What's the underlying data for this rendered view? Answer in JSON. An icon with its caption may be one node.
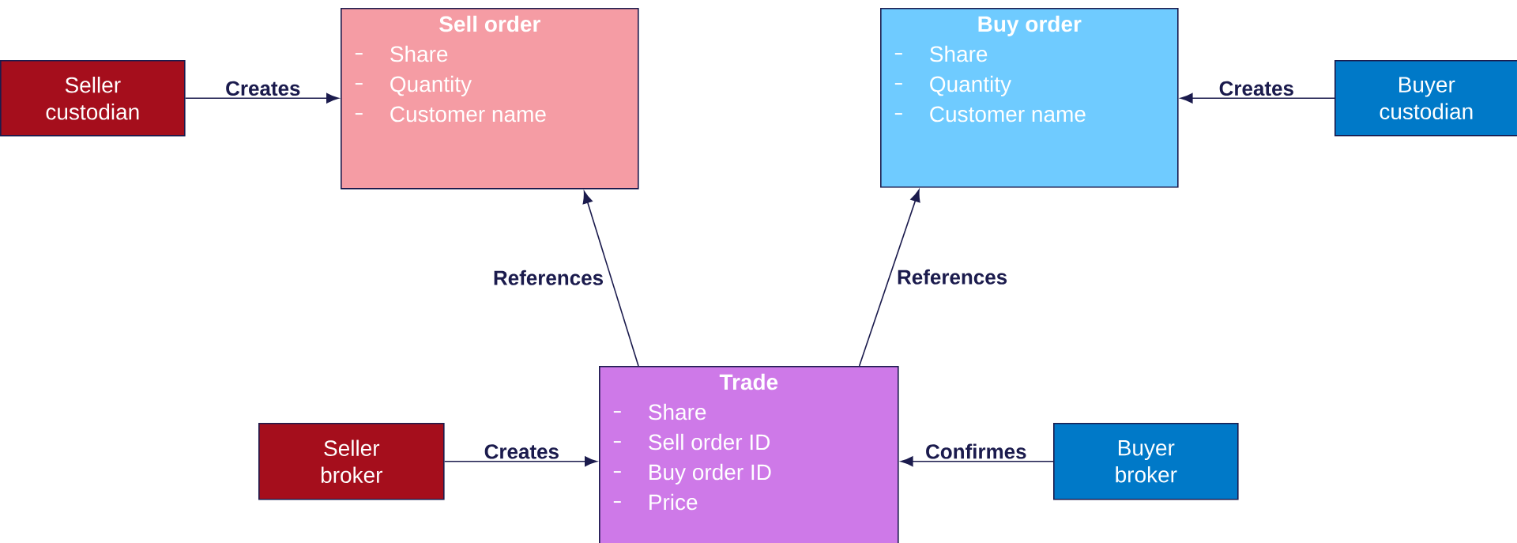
{
  "diagram": {
    "nodes": [
      {
        "text": [
          "Seller custodian"
        ]
      },
      {
        "text": [
          "Sell order",
          "Share",
          "Quantity",
          "Customer name"
        ]
      },
      {
        "text": [
          "Buy order",
          "Share",
          "Quantity",
          "Customer name"
        ]
      },
      {
        "text": [
          "Buyer custodian"
        ]
      },
      {
        "text": [
          "Seller broker"
        ]
      },
      {
        "text": [
          "Trade",
          "Share",
          "Sell order ID",
          "Buy order ID",
          "Price"
        ]
      },
      {
        "text": [
          "Buyer broker"
        ]
      }
    ],
    "edges": [
      {
        "from": 0,
        "to": 1,
        "arrow": "to",
        "label": "Creates"
      },
      {
        "from": 3,
        "to": 2,
        "arrow": "to",
        "label": "Creates"
      },
      {
        "from": 5,
        "to": 1,
        "arrow": "to",
        "label": "References"
      },
      {
        "from": 5,
        "to": 2,
        "arrow": "to",
        "label": "References"
      },
      {
        "from": 4,
        "to": 5,
        "arrow": "to",
        "label": "Creates"
      },
      {
        "from": 6,
        "to": 5,
        "arrow": "to",
        "label": "Confirmes"
      }
    ]
  }
}
